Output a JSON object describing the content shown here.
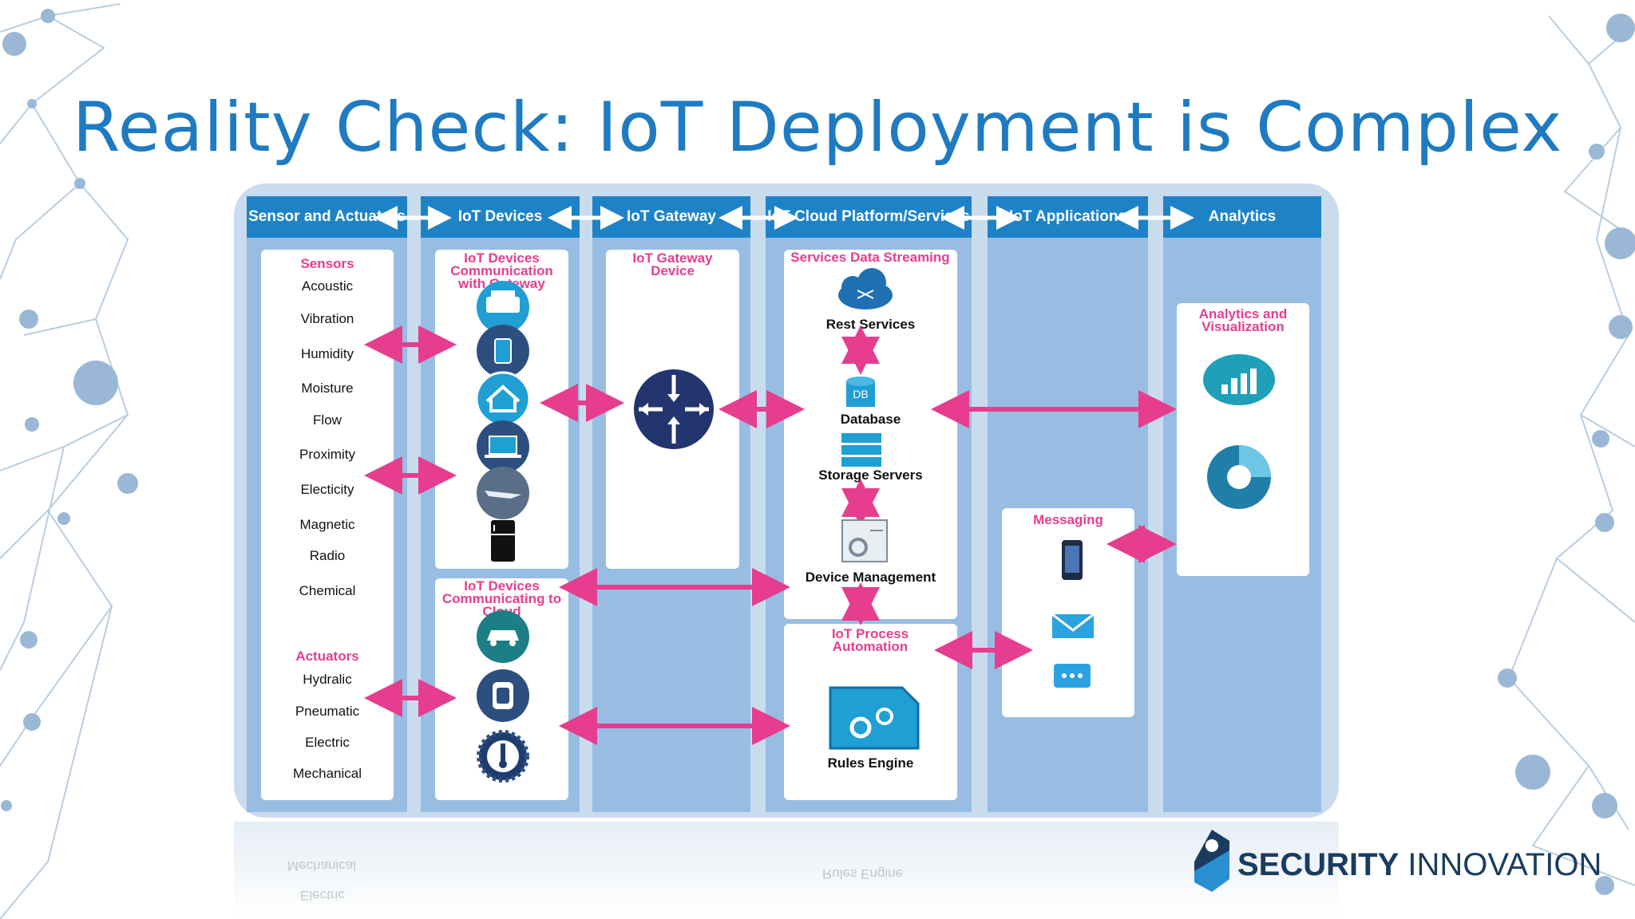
{
  "slide": {
    "title": "Reality Check: IoT Deployment is Complex"
  },
  "columns": [
    {
      "header": "Sensor and Actuators"
    },
    {
      "header": "IoT Devices"
    },
    {
      "header": "IoT Gateway"
    },
    {
      "header": "IoT Cloud Platform/Services"
    },
    {
      "header": "IoT Applications"
    },
    {
      "header": "Analytics"
    }
  ],
  "sensors": {
    "heading": "Sensors",
    "items": [
      "Acoustic",
      "Vibration",
      "Humidity",
      "Moisture",
      "Flow",
      "Proximity",
      "Electicity",
      "Magnetic",
      "Radio",
      "Chemical"
    ]
  },
  "actuators": {
    "heading": "Actuators",
    "items": [
      "Hydralic",
      "Pneumatic",
      "Electric",
      "Mechanical"
    ]
  },
  "devices": {
    "gateway_heading": "IoT Devices Communication with Gateway",
    "cloud_heading": "IoT Devices Communicating to Cloud"
  },
  "gateway": {
    "heading": "IoT Gateway Device"
  },
  "cloud": {
    "services_heading": "Services Data Streaming",
    "rest": "Rest Services",
    "db_icon_text": "DB",
    "database": "Database",
    "storage": "Storage Servers",
    "device_mgmt": "Device Management",
    "automation_heading": "IoT Process Automation",
    "rules": "Rules Engine"
  },
  "applications": {
    "messaging": "Messaging"
  },
  "analytics": {
    "heading": "Analytics and Visualization"
  },
  "reflection": {
    "left_top": "Mechanical",
    "left_bottom": "Electric",
    "right": "Rules Engine"
  },
  "logo": {
    "word1": "SECURITY",
    "word2": " INNOVATION"
  },
  "colors": {
    "title": "#1f7bc1",
    "header": "#1e83c6",
    "arrow": "#e63d8e",
    "column": "#98bde2",
    "icon_dark": "#2d4f7f",
    "icon_teal": "#1f8fb3"
  }
}
